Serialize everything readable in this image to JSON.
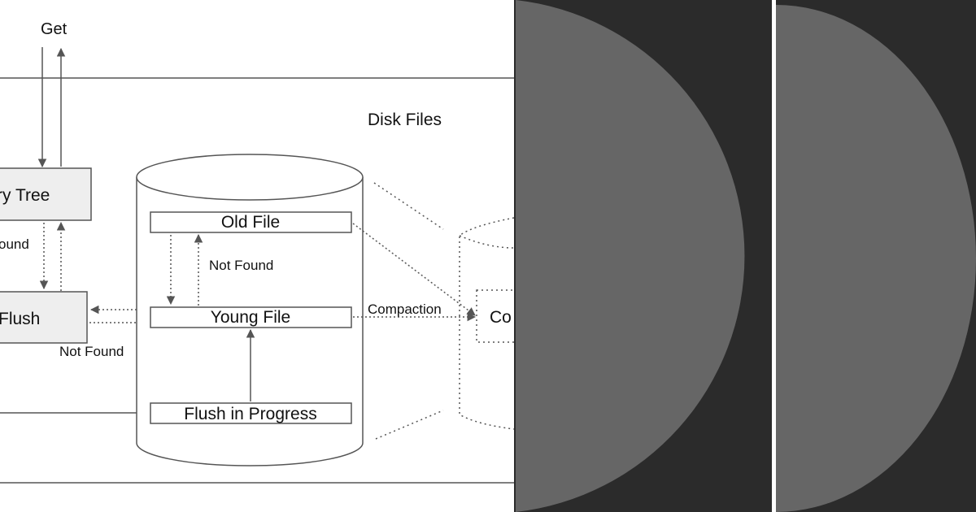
{
  "diagram": {
    "labels": {
      "get": "Get",
      "memory_tree": "ry Tree",
      "found_fragment": "ound",
      "flush": "Flush",
      "not_found_left": "Not Found",
      "disk_files": "Disk Files",
      "old_file": "Old File",
      "not_found_mid": "Not Found",
      "young_file": "Young File",
      "flush_in_progress": "Flush in Progress",
      "compaction": "Compaction",
      "co_fragment": "Co"
    }
  },
  "colors": {
    "overlay_dark": "#2b2b2b",
    "overlay_disc": "#666666",
    "box_fill": "#eeeeee",
    "stroke": "#555555"
  }
}
